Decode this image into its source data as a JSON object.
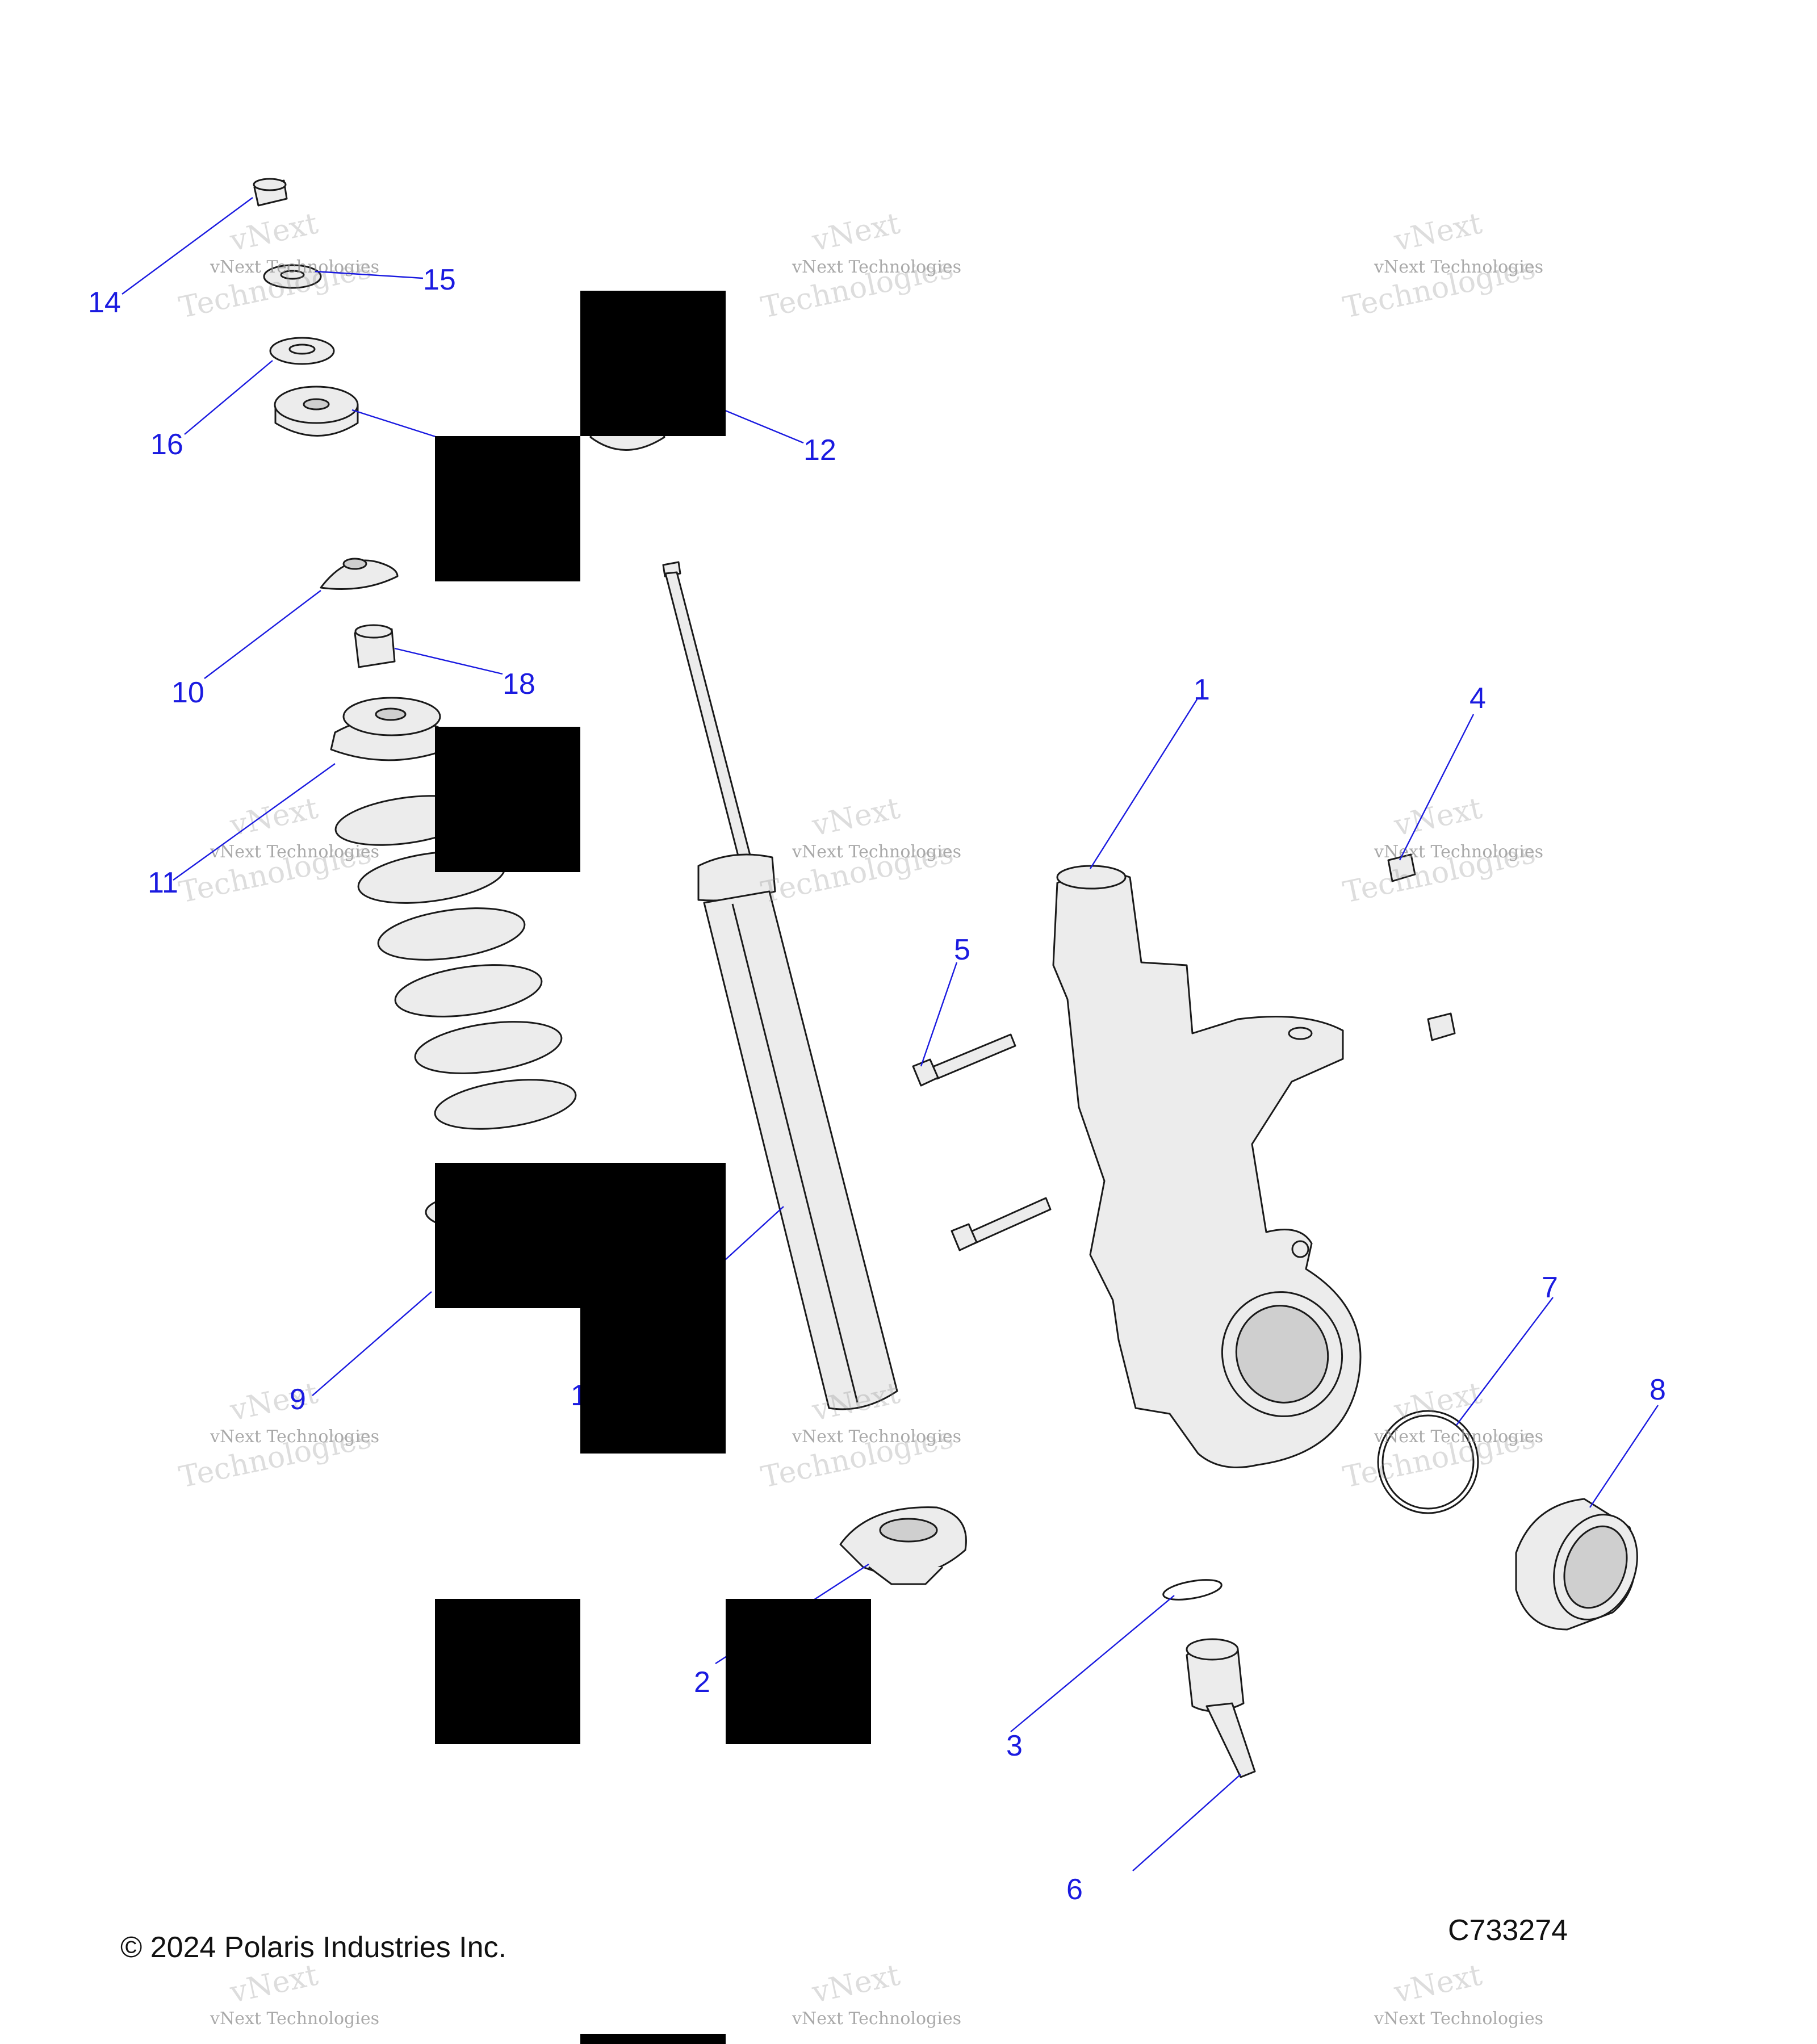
{
  "diagram": {
    "callouts": [
      {
        "id": "1",
        "label": "1"
      },
      {
        "id": "2",
        "label": "2"
      },
      {
        "id": "3",
        "label": "3"
      },
      {
        "id": "4",
        "label": "4"
      },
      {
        "id": "5",
        "label": "5"
      },
      {
        "id": "6",
        "label": "6"
      },
      {
        "id": "7",
        "label": "7"
      },
      {
        "id": "8",
        "label": "8"
      },
      {
        "id": "9",
        "label": "9"
      },
      {
        "id": "10",
        "label": "10"
      },
      {
        "id": "11",
        "label": "11"
      },
      {
        "id": "12",
        "label": "12"
      },
      {
        "id": "13",
        "label": "1"
      },
      {
        "id": "14",
        "label": "14"
      },
      {
        "id": "15",
        "label": "15"
      },
      {
        "id": "16",
        "label": "16"
      },
      {
        "id": "18",
        "label": "18"
      }
    ],
    "watermark": {
      "line1": "vNext Technologies",
      "line2": "vNext",
      "line3": "Technologies"
    },
    "copyright": "© 2024 Polaris Industries Inc.",
    "drawing_number": "C733274",
    "colors": {
      "callout": "#1a1ae0",
      "part_fill": "#ececec",
      "outline": "#1a1a1a",
      "redaction": "#000000"
    }
  }
}
